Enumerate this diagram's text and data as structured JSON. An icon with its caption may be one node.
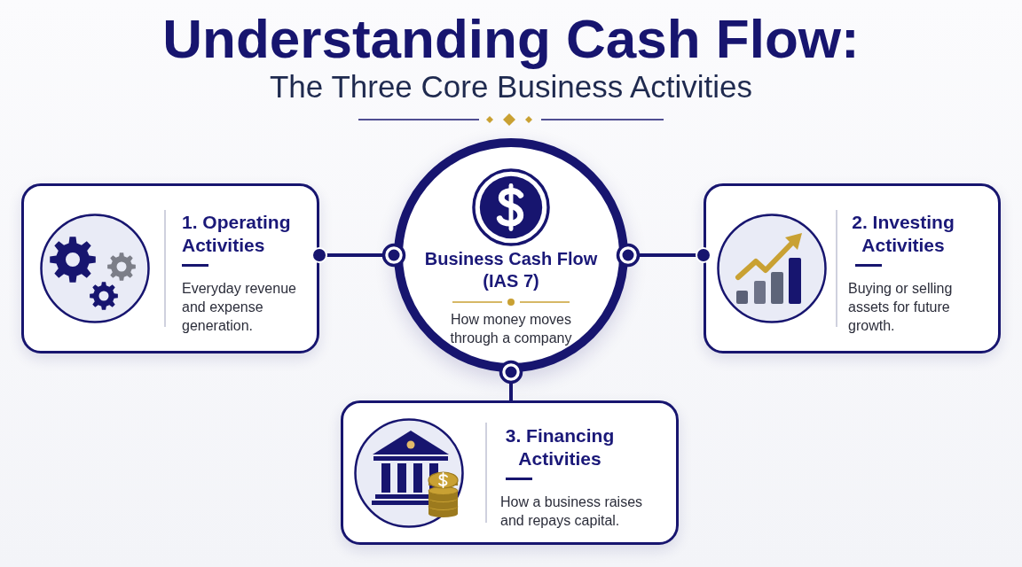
{
  "diagram": {
    "title": "Understanding Cash Flow:",
    "nodes": [
      {
        "text": [
          "Business Cash Flow (IAS 7)",
          "How money moves through a company"
        ]
      },
      {
        "text": [
          "1. Operating Activities",
          "Everyday revenue and expense generation."
        ]
      },
      {
        "text": [
          "2. Investing Activities",
          "Buying or selling assets for future growth."
        ]
      },
      {
        "text": [
          "3. Financing Activities",
          "How a business raises and repays capital."
        ]
      }
    ],
    "edges": [
      {
        "from": 0,
        "to": 1,
        "arrow": "other"
      },
      {
        "from": 0,
        "to": 2,
        "arrow": "other"
      },
      {
        "from": 0,
        "to": 3,
        "arrow": "other"
      }
    ],
    "labels": [
      "The Three Core Business Activities"
    ]
  }
}
